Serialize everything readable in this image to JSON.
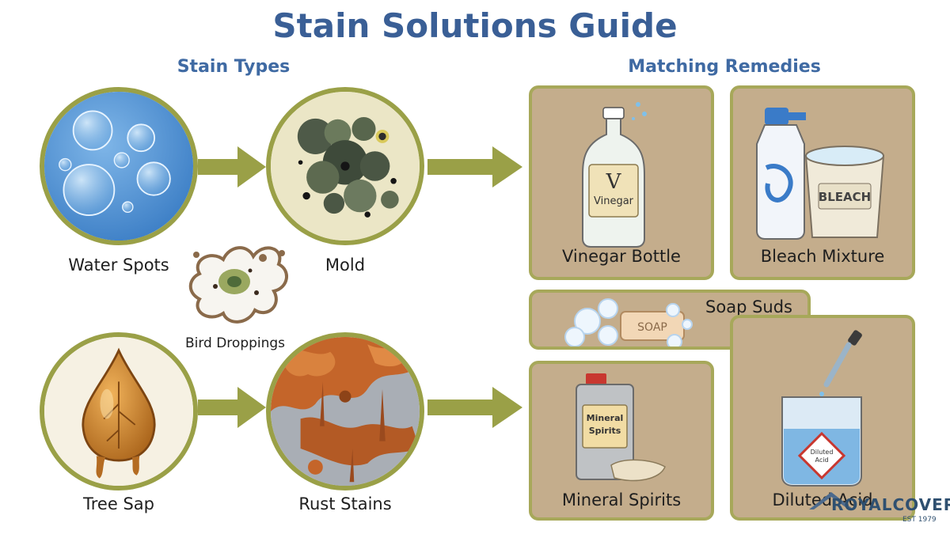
{
  "title": "Stain Solutions Guide",
  "sections": {
    "stain_types": "Stain Types",
    "remedies": "Matching Remedies"
  },
  "stains": {
    "water_spots": "Water Spots",
    "mold": "Mold",
    "bird_droppings": "Bird Droppings",
    "tree_sap": "Tree Sap",
    "rust_stains": "Rust Stains"
  },
  "remedies": {
    "vinegar": {
      "label": "Vinegar Bottle",
      "bottle_letter": "V",
      "bottle_text": "Vinegar"
    },
    "bleach": {
      "label": "Bleach Mixture",
      "bucket_text": "BLEACH"
    },
    "soap": {
      "label": "Soap Suds",
      "bar_text": "SOAP"
    },
    "mineral": {
      "label": "Mineral Spirits",
      "can_text_1": "Mineral",
      "can_text_2": "Spirits"
    },
    "acid": {
      "label": "Diluted Acid",
      "beaker_text_1": "Diluted",
      "beaker_text_2": "Acid"
    }
  },
  "logo": {
    "brand": "ROYALCOVERS",
    "sub": "EST 1979"
  },
  "colors": {
    "title": "#3a5f96",
    "heading": "#3f6aa3",
    "circle_border": "#9aa047",
    "arrow": "#9aa047",
    "card_bg": "#c4ad8c",
    "card_border": "#a7a85a"
  }
}
